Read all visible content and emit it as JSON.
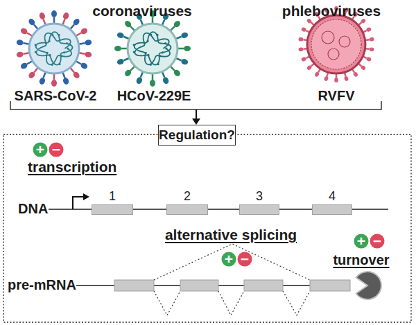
{
  "diagram": {
    "nodes": [
      {
        "text": [
          "Regulation?"
        ]
      },
      {
        "text": [
          "+"
        ]
      },
      {
        "text": [
          "−"
        ]
      },
      {
        "text": [
          "1"
        ]
      },
      {
        "text": [
          "2"
        ]
      },
      {
        "text": [
          "3"
        ]
      },
      {
        "text": [
          "4"
        ]
      },
      {
        "text": [
          "+"
        ]
      },
      {
        "text": [
          "−"
        ]
      },
      {
        "text": [
          "+"
        ]
      },
      {
        "text": [
          "−"
        ]
      }
    ],
    "labels": [
      "coronaviruses",
      "phleboviruses",
      "SARS-CoV-2",
      "HCoV-229E",
      "RVFV",
      "transcription",
      "DNA",
      "alternative splicing",
      "turnover",
      "pre-mRNA"
    ]
  }
}
